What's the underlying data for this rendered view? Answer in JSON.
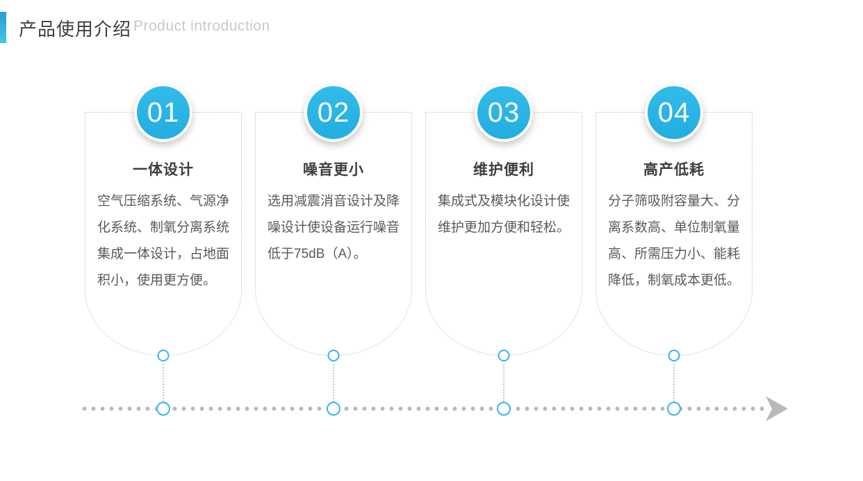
{
  "header": {
    "title": "产品使用介绍",
    "subtitle": "Product introduction"
  },
  "cards": [
    {
      "number": "01",
      "title": "一体设计",
      "body": "空气压缩系统、气源净化系统、制氧分离系统集成一体设计，占地面积小，使用更方便。"
    },
    {
      "number": "02",
      "title": "噪音更小",
      "body": "选用减震消音设计及降噪设计使设备运行噪音低于75dB（A）。"
    },
    {
      "number": "03",
      "title": "维护便利",
      "body": "集成式及模块化设计使维护更加方便和轻松。"
    },
    {
      "number": "04",
      "title": "高产低耗",
      "body": "分子筛吸附容量大、分离系数高、单位制氧量高、所需压力小、能耗降低，制氧成本更低。"
    }
  ],
  "colors": {
    "accent_blue": "#29b2e4",
    "accent_bar_gradient_top": "#2b9ad3",
    "accent_bar_gradient_bottom": "#41c8e8",
    "title_text": "#3b3e40",
    "subtitle_text": "#c9c9c9",
    "card_title_text": "#3d3d3d",
    "card_body_text": "#595959",
    "dotted_border": "#c4c4c4",
    "timeline_gray": "#b9b9b9"
  },
  "icons": {
    "arrow": "arrow-right-icon"
  }
}
